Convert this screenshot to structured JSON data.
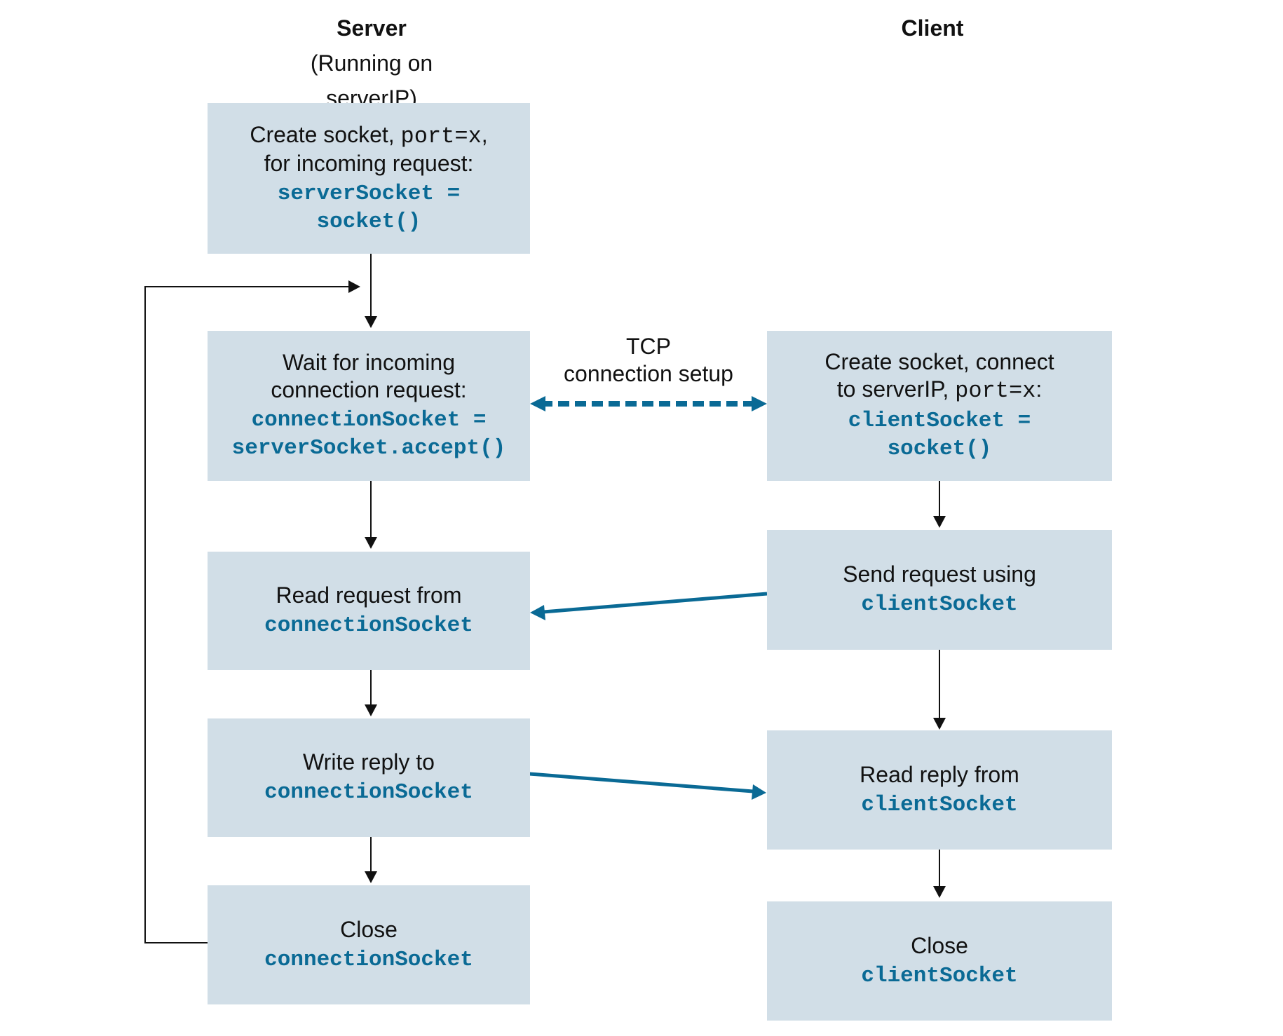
{
  "server": {
    "title": "Server",
    "subtitle": "(Running on serverIP)",
    "create": {
      "line1_text": "Create  socket, ",
      "line1_code": "port=x",
      "line1_end": ",",
      "line2": "for incoming request:",
      "code1": "serverSocket =",
      "code2": "socket()"
    },
    "wait": {
      "line1": "Wait for incoming",
      "line2": "connection request:",
      "code1": "connectionSocket =",
      "code2": "serverSocket.accept()"
    },
    "read": {
      "line1": "Read request from",
      "code1": "connectionSocket"
    },
    "write": {
      "line1": "Write reply to",
      "code1": "connectionSocket"
    },
    "close": {
      "line1": "Close",
      "code1": "connectionSocket"
    }
  },
  "client": {
    "title": "Client",
    "create": {
      "line1": "Create socket, connect",
      "line2_text": "to serverIP, ",
      "line2_code": "port=x",
      "line2_end": ":",
      "code1": "clientSocket =",
      "code2": "socket()"
    },
    "send": {
      "line1": "Send request using",
      "code1": "clientSocket"
    },
    "read": {
      "line1": "Read reply from",
      "code1": "clientSocket"
    },
    "close": {
      "line1": "Close",
      "code1": "clientSocket"
    }
  },
  "tcp_label": {
    "line1": "TCP",
    "line2": "connection setup"
  },
  "colors": {
    "box": "#d1dee7",
    "code": "#0a6a95",
    "arrow_blue": "#0a6a95",
    "arrow_black": "#111111"
  }
}
